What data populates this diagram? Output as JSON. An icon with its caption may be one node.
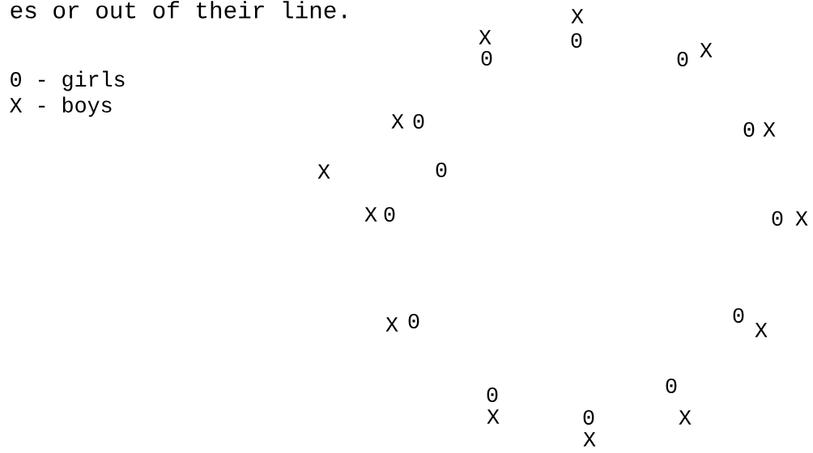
{
  "diagram": {
    "labels": [
      "es or out of their line.",
      "X",
      "X",
      "0",
      "X",
      "0",
      "0",
      "X",
      "0",
      "0",
      "X",
      "0",
      "X",
      "X",
      "0",
      "0",
      "X",
      "0",
      "0",
      "X",
      "X",
      "0",
      "0",
      "X",
      "X",
      "0",
      "X"
    ],
    "legend": [
      {
        "text": "0 - girls"
      },
      {
        "text": "X - boys"
      }
    ]
  }
}
